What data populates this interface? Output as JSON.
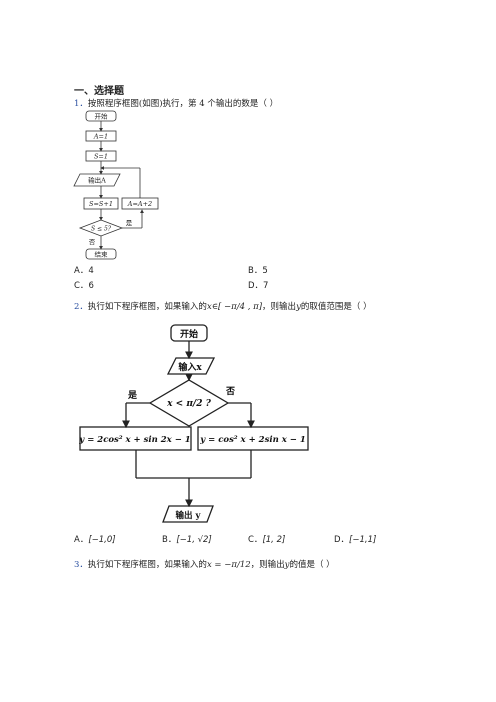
{
  "section": {
    "title": "一、选择题"
  },
  "q1": {
    "num": "1．",
    "text": "按照程序框图(如图)执行，第 4 个输出的数是（    ）",
    "flow": {
      "start": "开始",
      "a_init": "A=1",
      "s_init": "S=1",
      "output": "输出A",
      "s_update": "S=S+1",
      "a_update": "A=A+2",
      "condition": "S ≤ 5?",
      "yes": "是",
      "no": "否",
      "end": "结束"
    },
    "options": [
      {
        "label": "A．",
        "value": "4"
      },
      {
        "label": "B．",
        "value": "5"
      },
      {
        "label": "C．",
        "value": "6"
      },
      {
        "label": "D．",
        "value": "7"
      }
    ]
  },
  "q2": {
    "num": "2．",
    "text_before": "执行如下程序框图，如果输入的",
    "var": "x",
    "interval": "∈[ −π/4 , π]",
    "text_after": "，则输出",
    "var2": "y",
    "text_end": "的取值范围是（    ）",
    "flow": {
      "start": "开始",
      "input": "输入x",
      "condition": "x < π/2 ?",
      "yes": "是",
      "no": "否",
      "left_box": "y = 2cos² x + sin 2x − 1",
      "right_box": "y = cos² x + 2sin x − 1",
      "output": "输出 y"
    },
    "options": [
      {
        "label": "A．",
        "value": "[−1,0]"
      },
      {
        "label": "B．",
        "value": "[−1, √2]"
      },
      {
        "label": "C．",
        "value": "[1, 2]"
      },
      {
        "label": "D．",
        "value": "[−1,1]"
      }
    ]
  },
  "q3": {
    "num": "3．",
    "text_before": "执行如下程序框图，如果输入的",
    "expr": "x = −π/12",
    "text_after": "，则输出",
    "var": "y",
    "text_end": "的值是（    ）"
  }
}
